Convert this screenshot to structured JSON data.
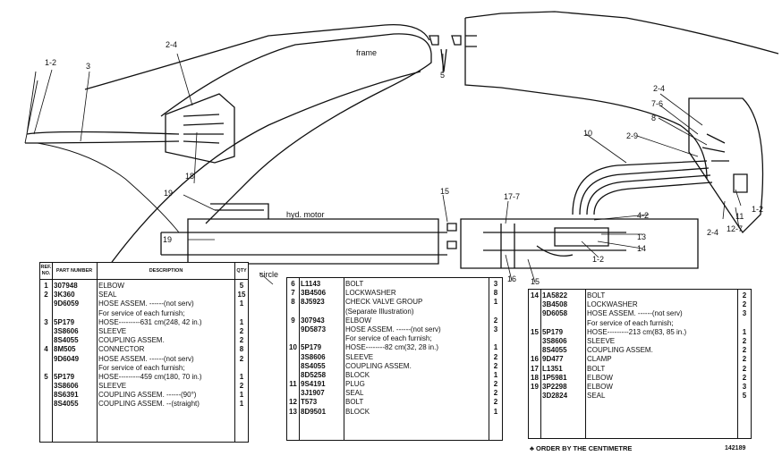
{
  "labels": {
    "frame": "frame",
    "hyd_motor": "hyd. motor",
    "circle": "circle",
    "callouts": [
      "1-2",
      "3",
      "2-4",
      "18",
      "5",
      "2-4",
      "7-6",
      "8",
      "2-9",
      "10",
      "1-2",
      "11",
      "12-7",
      "2-4",
      "19",
      "15",
      "17-7",
      "4-2",
      "13",
      "14",
      "19",
      "16",
      "15",
      "1-2"
    ]
  },
  "table_headers": {
    "ref": "REF. NO.",
    "part": "PART NUMBER",
    "description": "DESCRIPTION",
    "qty": "QTY"
  },
  "table_left": [
    {
      "ref": "1",
      "part": "307948",
      "desc": "ELBOW",
      "qty": "5"
    },
    {
      "ref": "2",
      "part": "3K360",
      "desc": "SEAL",
      "qty": "15"
    },
    {
      "ref": "",
      "part": "9D6059",
      "desc": "HOSE ASSEM. ------(not serv)",
      "qty": "1"
    },
    {
      "ref": "",
      "part": "",
      "desc": "For service of each furnish;",
      "qty": ""
    },
    {
      "ref": "3",
      "part": "5P179",
      "desc": "HOSE---------631 cm(248, 42 in.)",
      "qty": "1"
    },
    {
      "ref": "",
      "part": "3S8606",
      "desc": "SLEEVE",
      "qty": "2"
    },
    {
      "ref": "",
      "part": "8S4055",
      "desc": "COUPLING ASSEM.",
      "qty": "2"
    },
    {
      "ref": "4",
      "part": "8M505",
      "desc": "CONNECTOR",
      "qty": "8"
    },
    {
      "ref": "",
      "part": "9D6049",
      "desc": "HOSE ASSEM. ------(not serv)",
      "qty": "2"
    },
    {
      "ref": "",
      "part": "",
      "desc": "For service of each furnish;",
      "qty": ""
    },
    {
      "ref": "5",
      "part": "5P179",
      "desc": "HOSE---------459 cm(180, 70 in.)",
      "qty": "1"
    },
    {
      "ref": "",
      "part": "3S8606",
      "desc": "SLEEVE",
      "qty": "2"
    },
    {
      "ref": "",
      "part": "8S6391",
      "desc": "COUPLING ASSEM. ------(90°)",
      "qty": "1"
    },
    {
      "ref": "",
      "part": "8S4055",
      "desc": "COUPLING ASSEM. --(straight)",
      "qty": "1"
    }
  ],
  "table_mid": [
    {
      "ref": "6",
      "part": "L1143",
      "desc": "BOLT",
      "qty": "3"
    },
    {
      "ref": "7",
      "part": "3B4506",
      "desc": "LOCKWASHER",
      "qty": "8"
    },
    {
      "ref": "8",
      "part": "8J5923",
      "desc": "CHECK VALVE GROUP",
      "qty": "1"
    },
    {
      "ref": "",
      "part": "",
      "desc": "(Separate Illustration)",
      "qty": ""
    },
    {
      "ref": "9",
      "part": "307943",
      "desc": "ELBOW",
      "qty": "2"
    },
    {
      "ref": "",
      "part": "9D5873",
      "desc": "HOSE ASSEM. ------(not serv)",
      "qty": "3"
    },
    {
      "ref": "",
      "part": "",
      "desc": "For service of each furnish;",
      "qty": ""
    },
    {
      "ref": "10",
      "part": "5P179",
      "desc": "HOSE--------82 cm(32, 28 in.)",
      "qty": "1"
    },
    {
      "ref": "",
      "part": "3S8606",
      "desc": "SLEEVE",
      "qty": "2"
    },
    {
      "ref": "",
      "part": "8S4055",
      "desc": "COUPLING ASSEM.",
      "qty": "2"
    },
    {
      "ref": "",
      "part": "8D5258",
      "desc": "BLOCK",
      "qty": "1"
    },
    {
      "ref": "11",
      "part": "9S4191",
      "desc": "PLUG",
      "qty": "2"
    },
    {
      "ref": "",
      "part": "3J1907",
      "desc": "SEAL",
      "qty": "2"
    },
    {
      "ref": "12",
      "part": "T573",
      "desc": "BOLT",
      "qty": "2"
    },
    {
      "ref": "13",
      "part": "8D9501",
      "desc": "BLOCK",
      "qty": "1"
    }
  ],
  "table_right": [
    {
      "ref": "14",
      "part": "1A5822",
      "desc": "BOLT",
      "qty": "2"
    },
    {
      "ref": "",
      "part": "3B4508",
      "desc": "LOCKWASHER",
      "qty": "2"
    },
    {
      "ref": "",
      "part": "9D6058",
      "desc": "HOSE ASSEM. ------(not serv)",
      "qty": "3"
    },
    {
      "ref": "",
      "part": "",
      "desc": "For service of each furnish;",
      "qty": ""
    },
    {
      "ref": "15",
      "part": "5P179",
      "desc": "HOSE---------213 cm(83, 85 in.)",
      "qty": "1"
    },
    {
      "ref": "",
      "part": "3S8606",
      "desc": "SLEEVE",
      "qty": "2"
    },
    {
      "ref": "",
      "part": "8S4055",
      "desc": "COUPLING ASSEM.",
      "qty": "2"
    },
    {
      "ref": "16",
      "part": "9D477",
      "desc": "CLAMP",
      "qty": "2"
    },
    {
      "ref": "17",
      "part": "L1351",
      "desc": "BOLT",
      "qty": "2"
    },
    {
      "ref": "18",
      "part": "1P5981",
      "desc": "ELBOW",
      "qty": "2"
    },
    {
      "ref": "19",
      "part": "3P2298",
      "desc": "ELBOW",
      "qty": "3"
    },
    {
      "ref": "",
      "part": "3D2824",
      "desc": "SEAL",
      "qty": "5"
    }
  ],
  "footnote": "♣ ORDER BY THE CENTIMETRE",
  "drawing_number": "142189",
  "colors": {
    "ink": "#111111",
    "paper": "#ffffff"
  }
}
